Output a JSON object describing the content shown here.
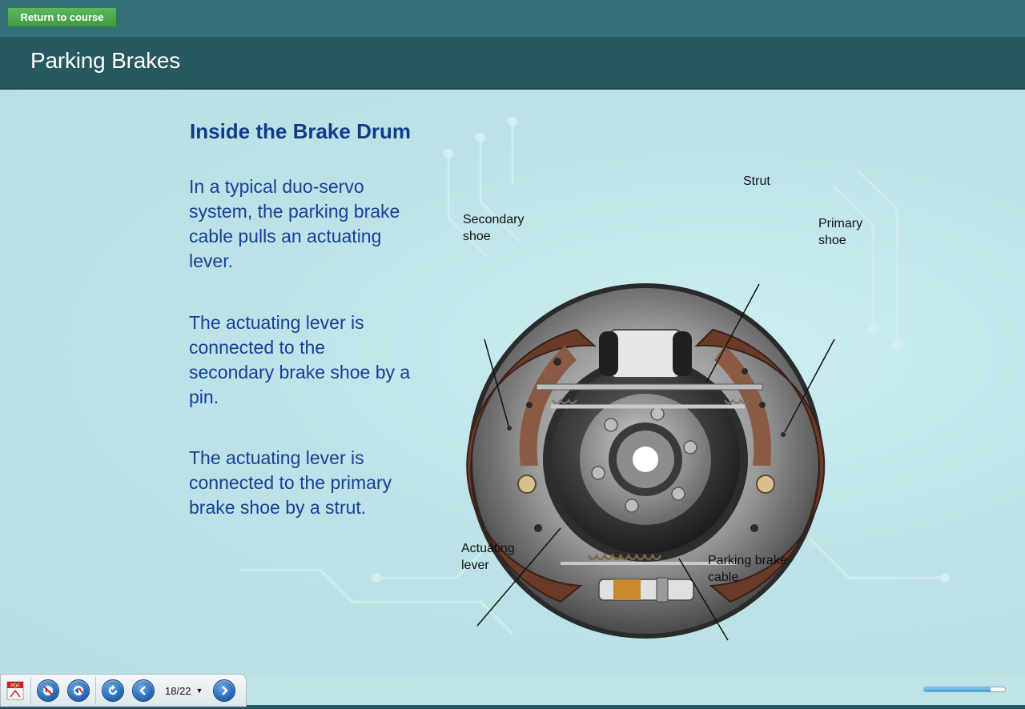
{
  "header": {
    "return_label": "Return to course",
    "title": "Parking Brakes"
  },
  "main": {
    "heading": "Inside the Brake Drum",
    "paragraphs": [
      "In a typical duo-servo system, the parking brake cable pulls an actuating lever.",
      "The actuating lever is connected to the secondary brake shoe by a pin.",
      "The actuating lever is connected to the primary brake shoe by a strut."
    ],
    "callouts": {
      "strut": "Strut",
      "secondary_shoe_1": "Secondary",
      "secondary_shoe_2": "shoe",
      "primary_shoe_1": "Primary",
      "primary_shoe_2": "shoe",
      "actuating_lever_1": "Actuating",
      "actuating_lever_2": "lever",
      "parking_cable_1": "Parking brake",
      "parking_cable_2": "cable"
    }
  },
  "toolbar": {
    "icons": [
      "pdf-icon",
      "audio-off-icon",
      "audio-back-icon",
      "replay-icon",
      "previous-icon",
      "next-icon"
    ],
    "page_counter": "18/22",
    "dropdown_glyph": "▼"
  },
  "progress": {
    "fraction": 0.82
  },
  "colors": {
    "topbar": "#35707a",
    "titlebar": "#27575f",
    "heading": "#123a8a",
    "text": "#173f95",
    "return_button": "#4caf50"
  }
}
